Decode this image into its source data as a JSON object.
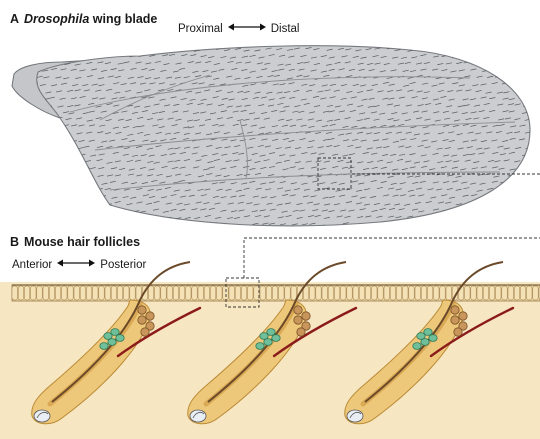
{
  "panel_a": {
    "letter": "A",
    "title_italic": "Drosophila",
    "title_rest": " wing blade",
    "axis_left": "Proximal",
    "axis_right": "Distal"
  },
  "panel_b": {
    "letter": "B",
    "title": "Mouse hair follicles",
    "axis_left": "Anterior",
    "axis_right": "Posterior"
  },
  "colors": {
    "wing_fill": "#cbcdd0",
    "wing_stroke": "#777a7f",
    "skin_fill": "#f7e6c2",
    "follicle_fill": "#eec87a",
    "hair_shaft": "#6b4a2a",
    "muscle": "#8b1a1a",
    "gland_green": "#6fbf9a",
    "gland_brown": "#c8955a"
  }
}
